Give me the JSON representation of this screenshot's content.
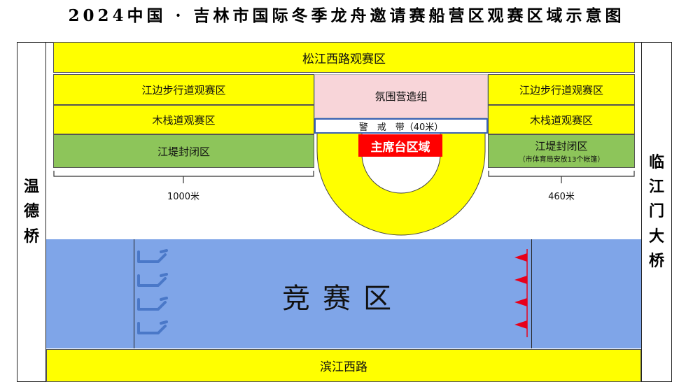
{
  "title": "2024中国 · 吉林市国际冬季龙舟邀请赛船营区观赛区域示意图",
  "bridges": {
    "left": [
      "温",
      "德",
      "桥"
    ],
    "right": [
      "临",
      "江",
      "门",
      "大",
      "桥"
    ]
  },
  "zones": {
    "songjiang_west": "松江西路观赛区",
    "promenade_left": "江边步行道观赛区",
    "promenade_right": "江边步行道观赛区",
    "atmosphere": "氛围营造组",
    "boardwalk_left": "木栈道观赛区",
    "boardwalk_right": "木栈道观赛区",
    "cordon": "警　戒　带（40米）",
    "main_stand": "主席台区域",
    "dike_left": "江堤封闭区",
    "dike_right": "江堤封闭区",
    "dike_right_note": "（市体育局安放13个帐篷）",
    "race_area": "竞赛区",
    "binjiang_west": "滨江西路"
  },
  "dimensions": {
    "left": "1000米",
    "right": "460米"
  },
  "colors": {
    "yellow": "#ffff00",
    "pink": "#f8d5d9",
    "green": "#8dc55a",
    "red": "#ff0000",
    "water": "#7fa5e8",
    "boat": "#4a78c8",
    "flag": "#e8001a"
  }
}
